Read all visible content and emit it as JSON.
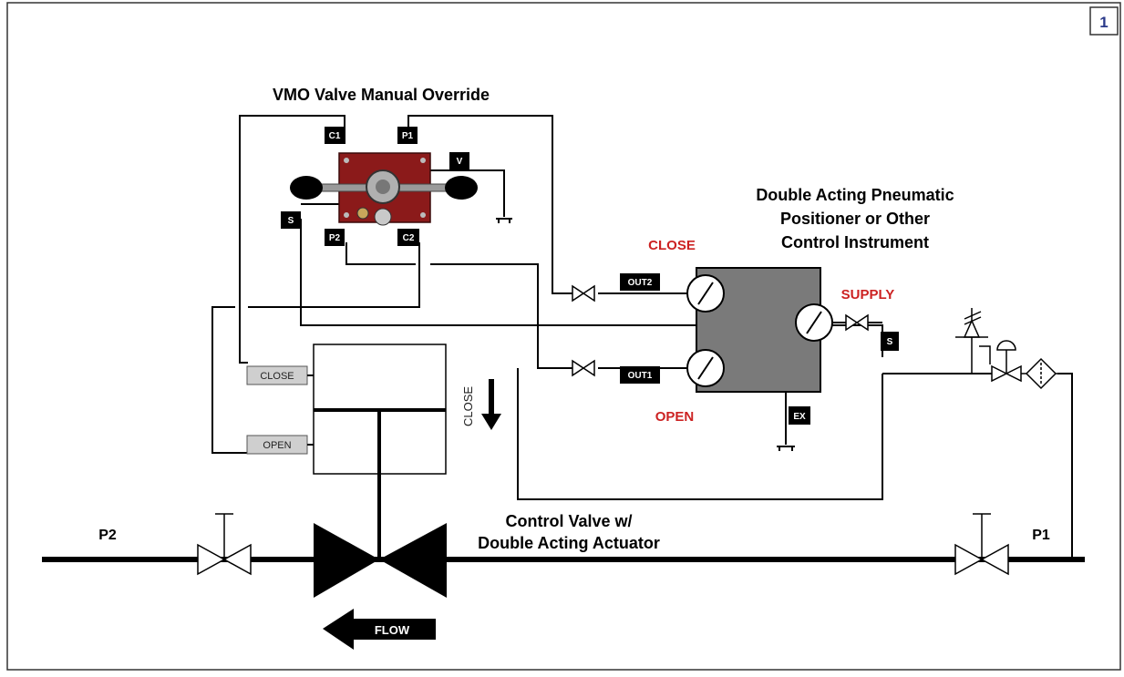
{
  "page_badge": "1",
  "vmo": {
    "title": "VMO Valve Manual Override",
    "ports": {
      "c1": "C1",
      "p1": "P1",
      "v": "V",
      "s": "S",
      "p2": "P2",
      "c2": "C2"
    }
  },
  "positioner": {
    "title_lines": [
      "Double Acting Pneumatic",
      "Positioner or Other",
      "Control Instrument"
    ],
    "close_label": "CLOSE",
    "open_label": "OPEN",
    "supply_label": "SUPPLY",
    "out2": "OUT2",
    "out1": "OUT1",
    "s_port": "S",
    "ex_port": "EX",
    "body_color": "#7a7a7a"
  },
  "actuator": {
    "close_port": "CLOSE",
    "open_port": "OPEN",
    "direction_label": "CLOSE"
  },
  "control_valve": {
    "label_lines": [
      "Control Valve w/",
      "Double Acting Actuator"
    ]
  },
  "pipeline": {
    "p2": "P2",
    "p1": "P1",
    "flow_label": "FLOW"
  },
  "colors": {
    "vmo_body": "#8b1a1a",
    "accent_red": "#cc2222",
    "badge_blue": "#2b3a8a"
  }
}
